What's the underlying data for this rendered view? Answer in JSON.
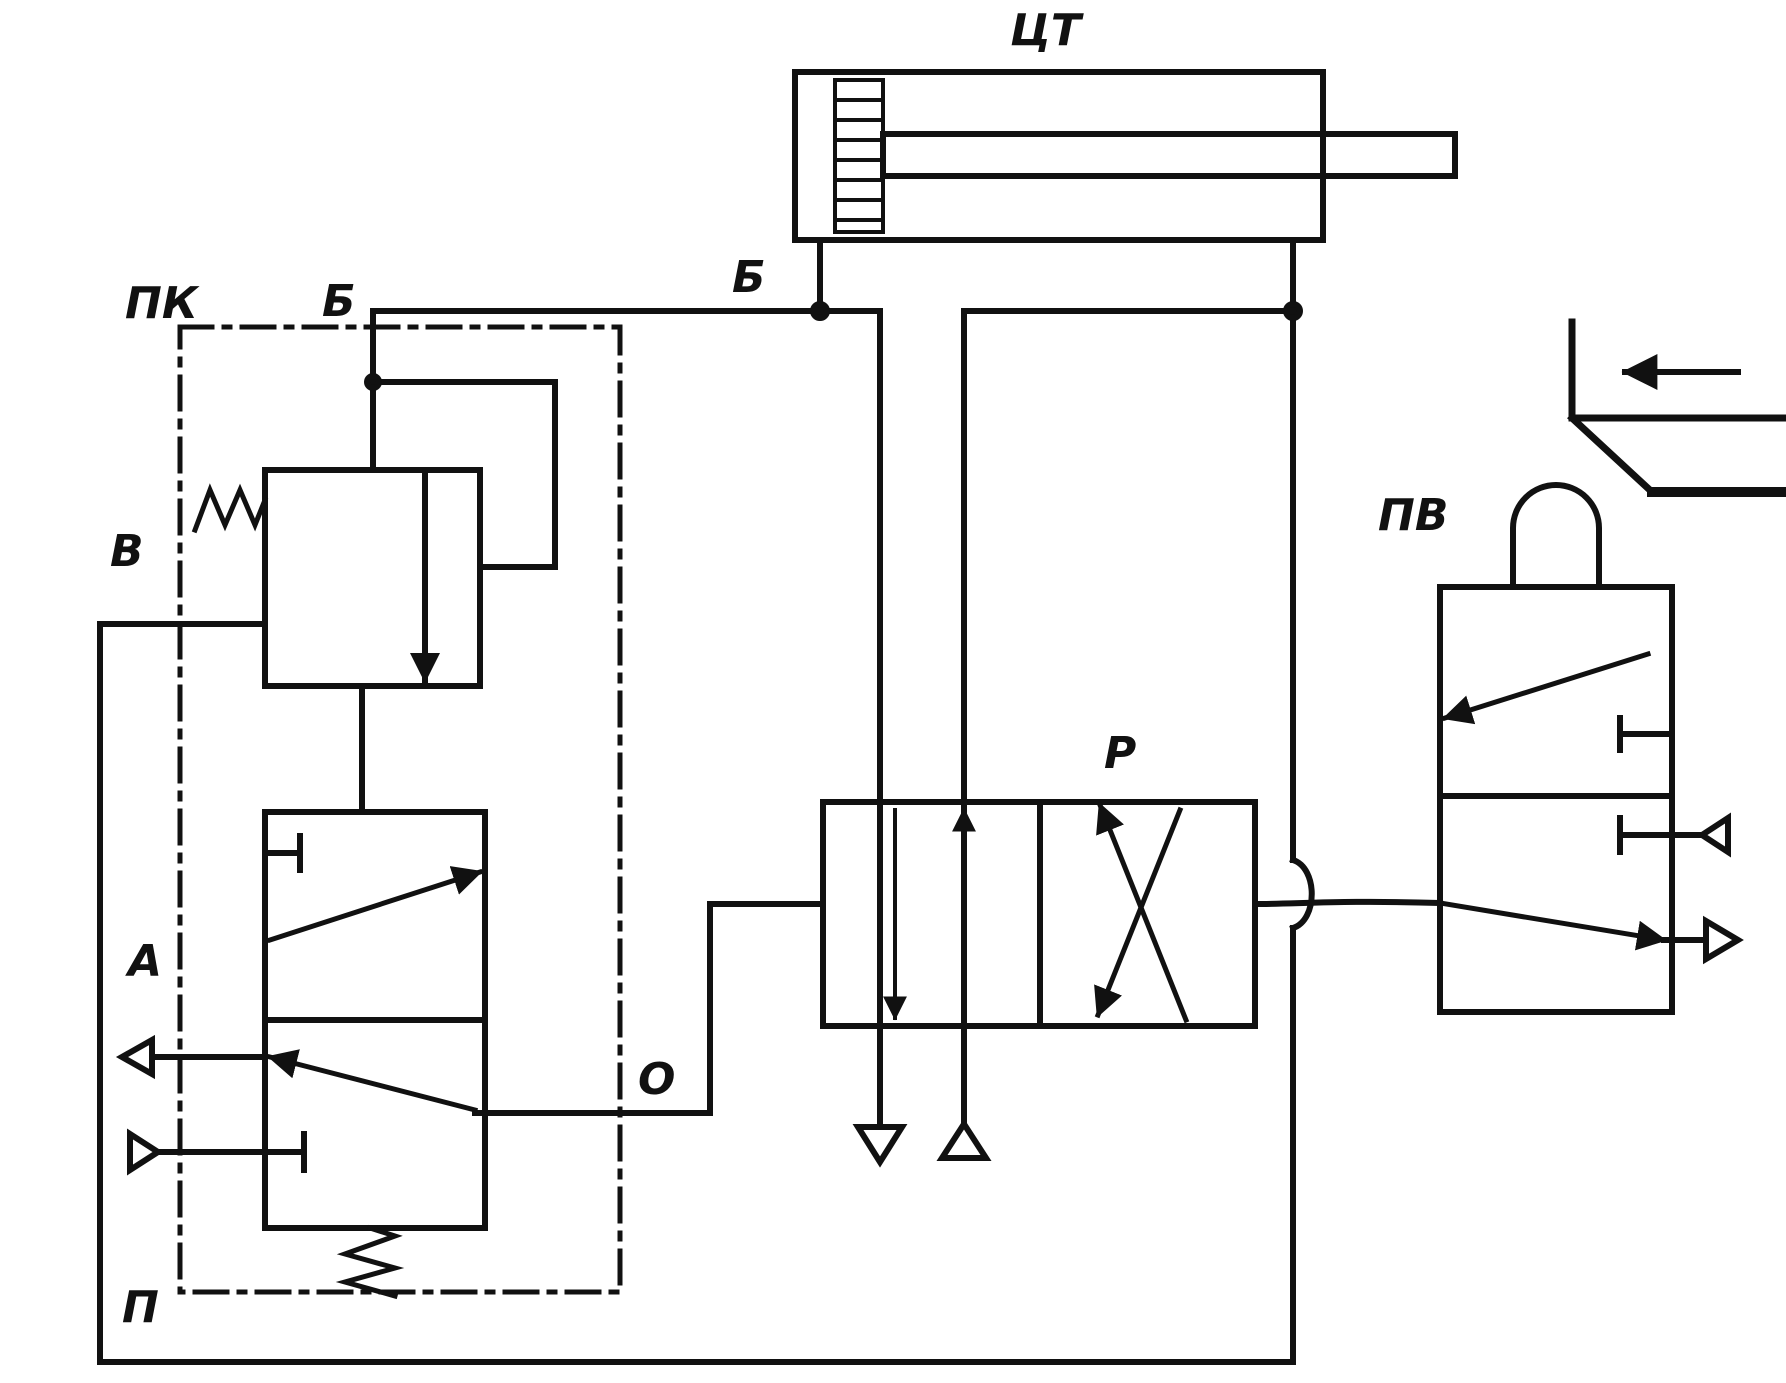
{
  "diagram": {
    "labels": {
      "cylinder": "ЦТ",
      "relay_valve": "ПК",
      "port_b_left": "Б",
      "port_b_top": "Б",
      "port_v": "В",
      "port_a": "А",
      "port_o": "О",
      "port_p": "П",
      "distributor": "Р",
      "trip_valve": "ПВ"
    },
    "colors": {
      "ink": "#111111",
      "paper": "#ffffff"
    }
  }
}
